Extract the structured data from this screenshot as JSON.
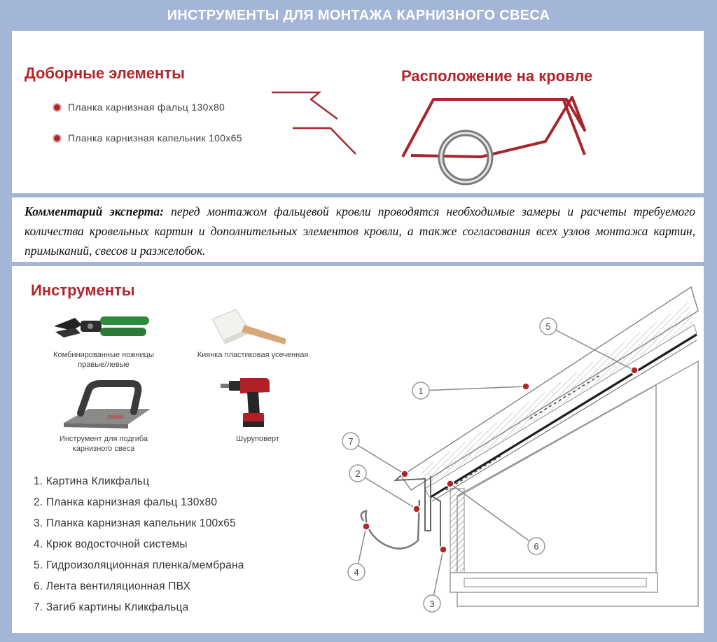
{
  "title": "ИНСТРУМЕНТЫ ДЛЯ МОНТАЖА КАРНИЗНОГО СВЕСА",
  "elements": {
    "heading": "Доборные элементы",
    "items": [
      "Планка карнизная фальц 130х80",
      "Планка карнизная капельник 100х65"
    ]
  },
  "location": {
    "heading": "Расположение на кровле"
  },
  "comment": {
    "label": "Комментарий эксперта:",
    "text": " перед монтажом фальцевой кровли проводятся необходимые замеры и расчеты требуемого количества кровельных картин и дополнительных элементов кровли, а также согласования всех узлов монтажа картин, примыканий, свесов и разжелобок."
  },
  "tools": {
    "heading": "Инструменты",
    "items": [
      {
        "line1": "Комбинированные ножницы",
        "line2": "правые/левые",
        "icon": "shears-icon"
      },
      {
        "line1": "Киянка пластиковая усеченная",
        "line2": "",
        "icon": "mallet-icon"
      },
      {
        "line1": "Инструмент для подгиба",
        "line2": "карнизного свеса",
        "icon": "bending-tool-icon"
      },
      {
        "line1": "Шуруповерт",
        "line2": "",
        "icon": "screwdriver-icon"
      }
    ]
  },
  "legend": [
    "1. Картина Кликфальц",
    "2. Планка карнизная фальц 130х80",
    "3. Планка карнизная капельник 100х65",
    "4. Крюк водосточной системы",
    "5. Гидроизоляционная пленка/мембрана",
    "6. Лента вентиляционная ПВХ",
    "7. Загиб картины Кликфальца"
  ],
  "callouts": [
    "1",
    "2",
    "3",
    "4",
    "5",
    "6",
    "7"
  ],
  "colors": {
    "frame": "#a4b6d8",
    "accent_red": "#b0262c"
  }
}
